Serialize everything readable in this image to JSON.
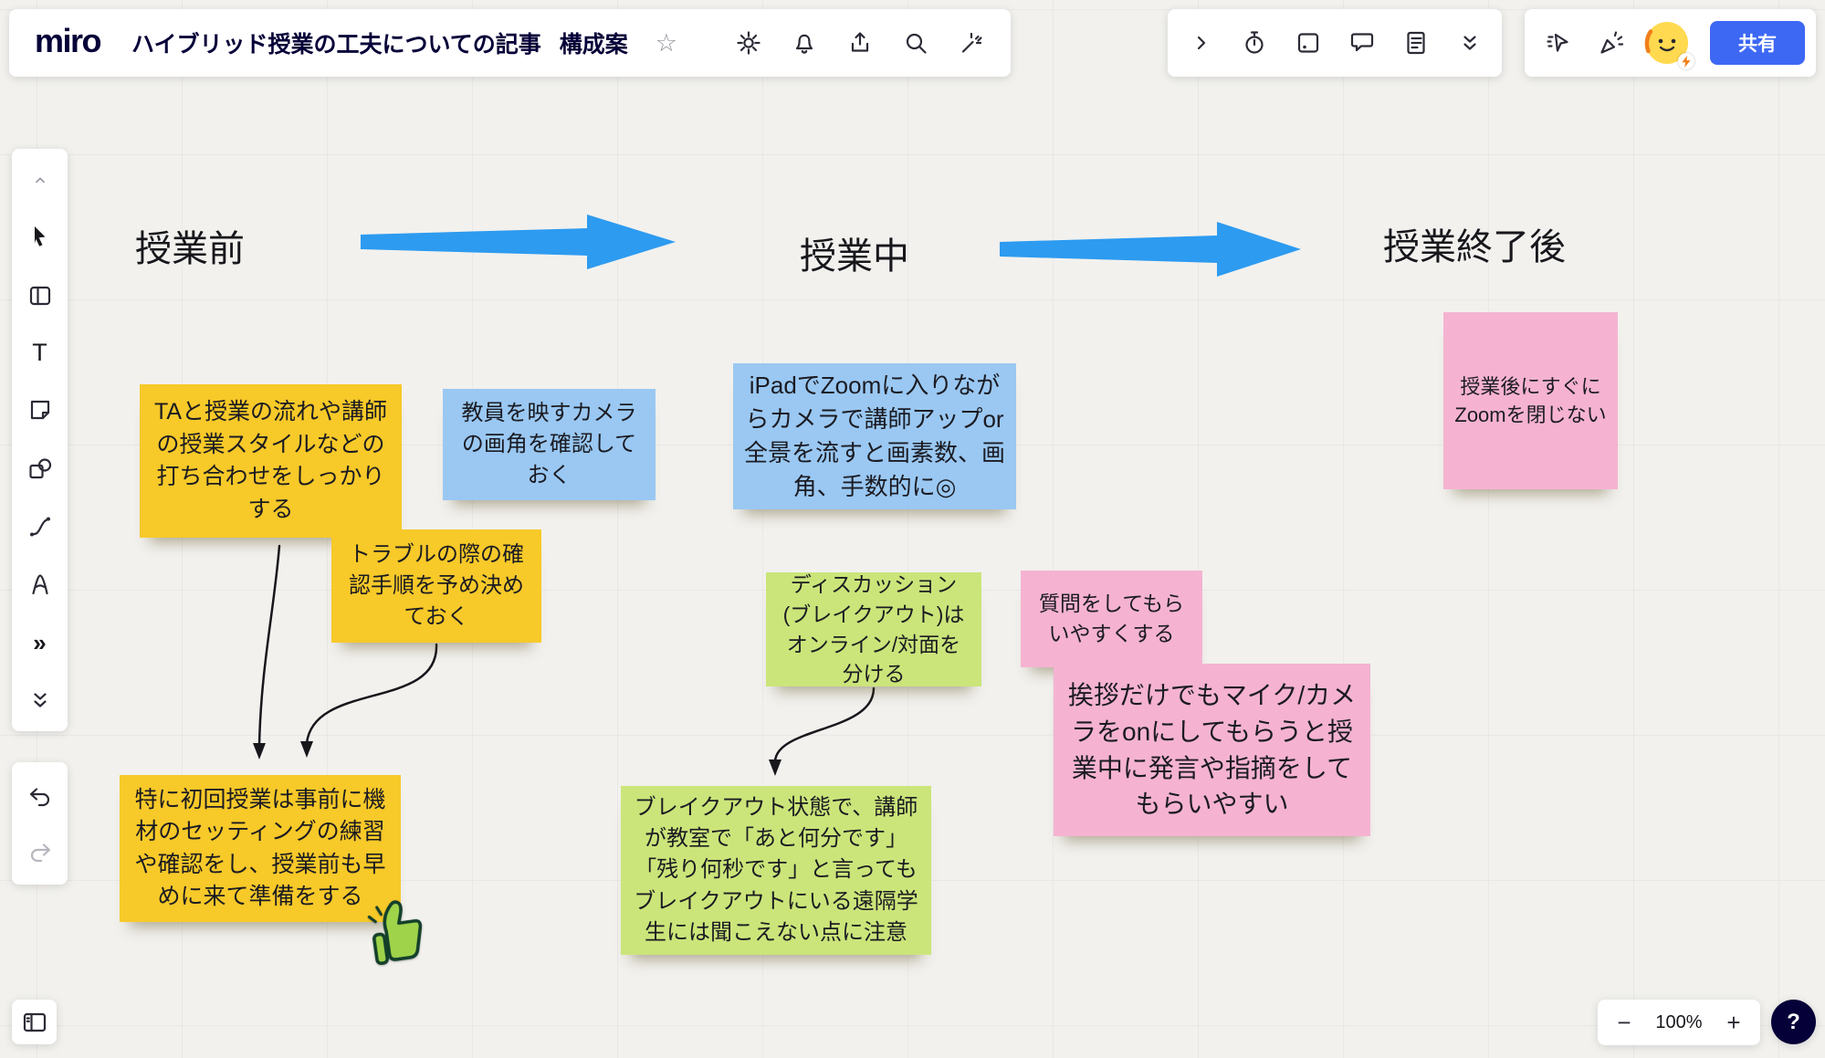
{
  "colors": {
    "canvas_bg": "#F2F1EE",
    "flow_arrow": "#2D9BF0",
    "share_button": "#3D68F4",
    "ink": "#050038",
    "note_yellow": "#F7C929",
    "note_blue": "#9AC8F2",
    "note_green": "#CBE57A",
    "note_pink": "#F5B3D1"
  },
  "header": {
    "logo": "miro",
    "board_title": "ハイブリッド授業の工夫についての記事",
    "board_subtitle": "構成案",
    "star_glyph": "☆",
    "icons": [
      "star-icon",
      "settings-icon",
      "notifications-icon",
      "export-icon",
      "search-icon",
      "laser-pointer-icon"
    ]
  },
  "header_right": {
    "icons": [
      "expand-toolbar-icon",
      "timer-icon",
      "frames-icon",
      "comments-icon",
      "notes-icon",
      "more-tools-icon",
      "follow-cursor-icon",
      "reactions-icon"
    ],
    "share_label": "共有"
  },
  "toolbar_left": {
    "text_tool_glyph": "T",
    "more_glyph": "»",
    "icons": [
      "collapse-icon",
      "select-icon",
      "templates-icon",
      "text-icon",
      "sticky-note-icon",
      "shapes-icon",
      "connector-icon",
      "pen-icon",
      "more-icon",
      "apps-icon",
      "undo-icon",
      "redo-icon"
    ]
  },
  "footer": {
    "frames_panel_icon": "frames-panel-icon",
    "zoom_out": "−",
    "zoom_level": "100%",
    "zoom_in": "+",
    "help": "?"
  },
  "canvas": {
    "columns": [
      {
        "label": "授業前"
      },
      {
        "label": "授業中"
      },
      {
        "label": "授業終了後"
      }
    ],
    "notes": [
      {
        "text": "TAと授業の流れや講師の授業スタイルなどの打ち合わせをしっかりする",
        "color": "#F7C929"
      },
      {
        "text": "教員を映すカメラの画角を確認しておく",
        "color": "#9AC8F2"
      },
      {
        "text": "トラブルの際の確認手順を予め決めておく",
        "color": "#F7C929"
      },
      {
        "text": "特に初回授業は事前に機材のセッティングの練習や確認をし、授業前も早めに来て準備をする",
        "color": "#F7C929"
      },
      {
        "text": "iPadでZoomに入りながらカメラで講師アップor全景を流すと画素数、画角、手数的に◎",
        "color": "#9AC8F2"
      },
      {
        "text": "ディスカッション(ブレイクアウト)はオンライン/対面を分ける",
        "color": "#CBE57A"
      },
      {
        "text": "ブレイクアウト状態で、講師が教室で「あと何分です」「残り何秒です」と言ってもブレイクアウトにいる遠隔学生には聞こえない点に注意",
        "color": "#CBE57A"
      },
      {
        "text": "質問をしてもらいやすくする",
        "color": "#F5B3D1"
      },
      {
        "text": "挨拶だけでもマイク/カメラをonにしてもらうと授業中に発言や指摘をしてもらいやすい",
        "color": "#F5B3D1"
      },
      {
        "text": "授業後にすぐにZoomを閉じない",
        "color": "#F5B3D1"
      }
    ],
    "sticker": "thumbs-up"
  }
}
